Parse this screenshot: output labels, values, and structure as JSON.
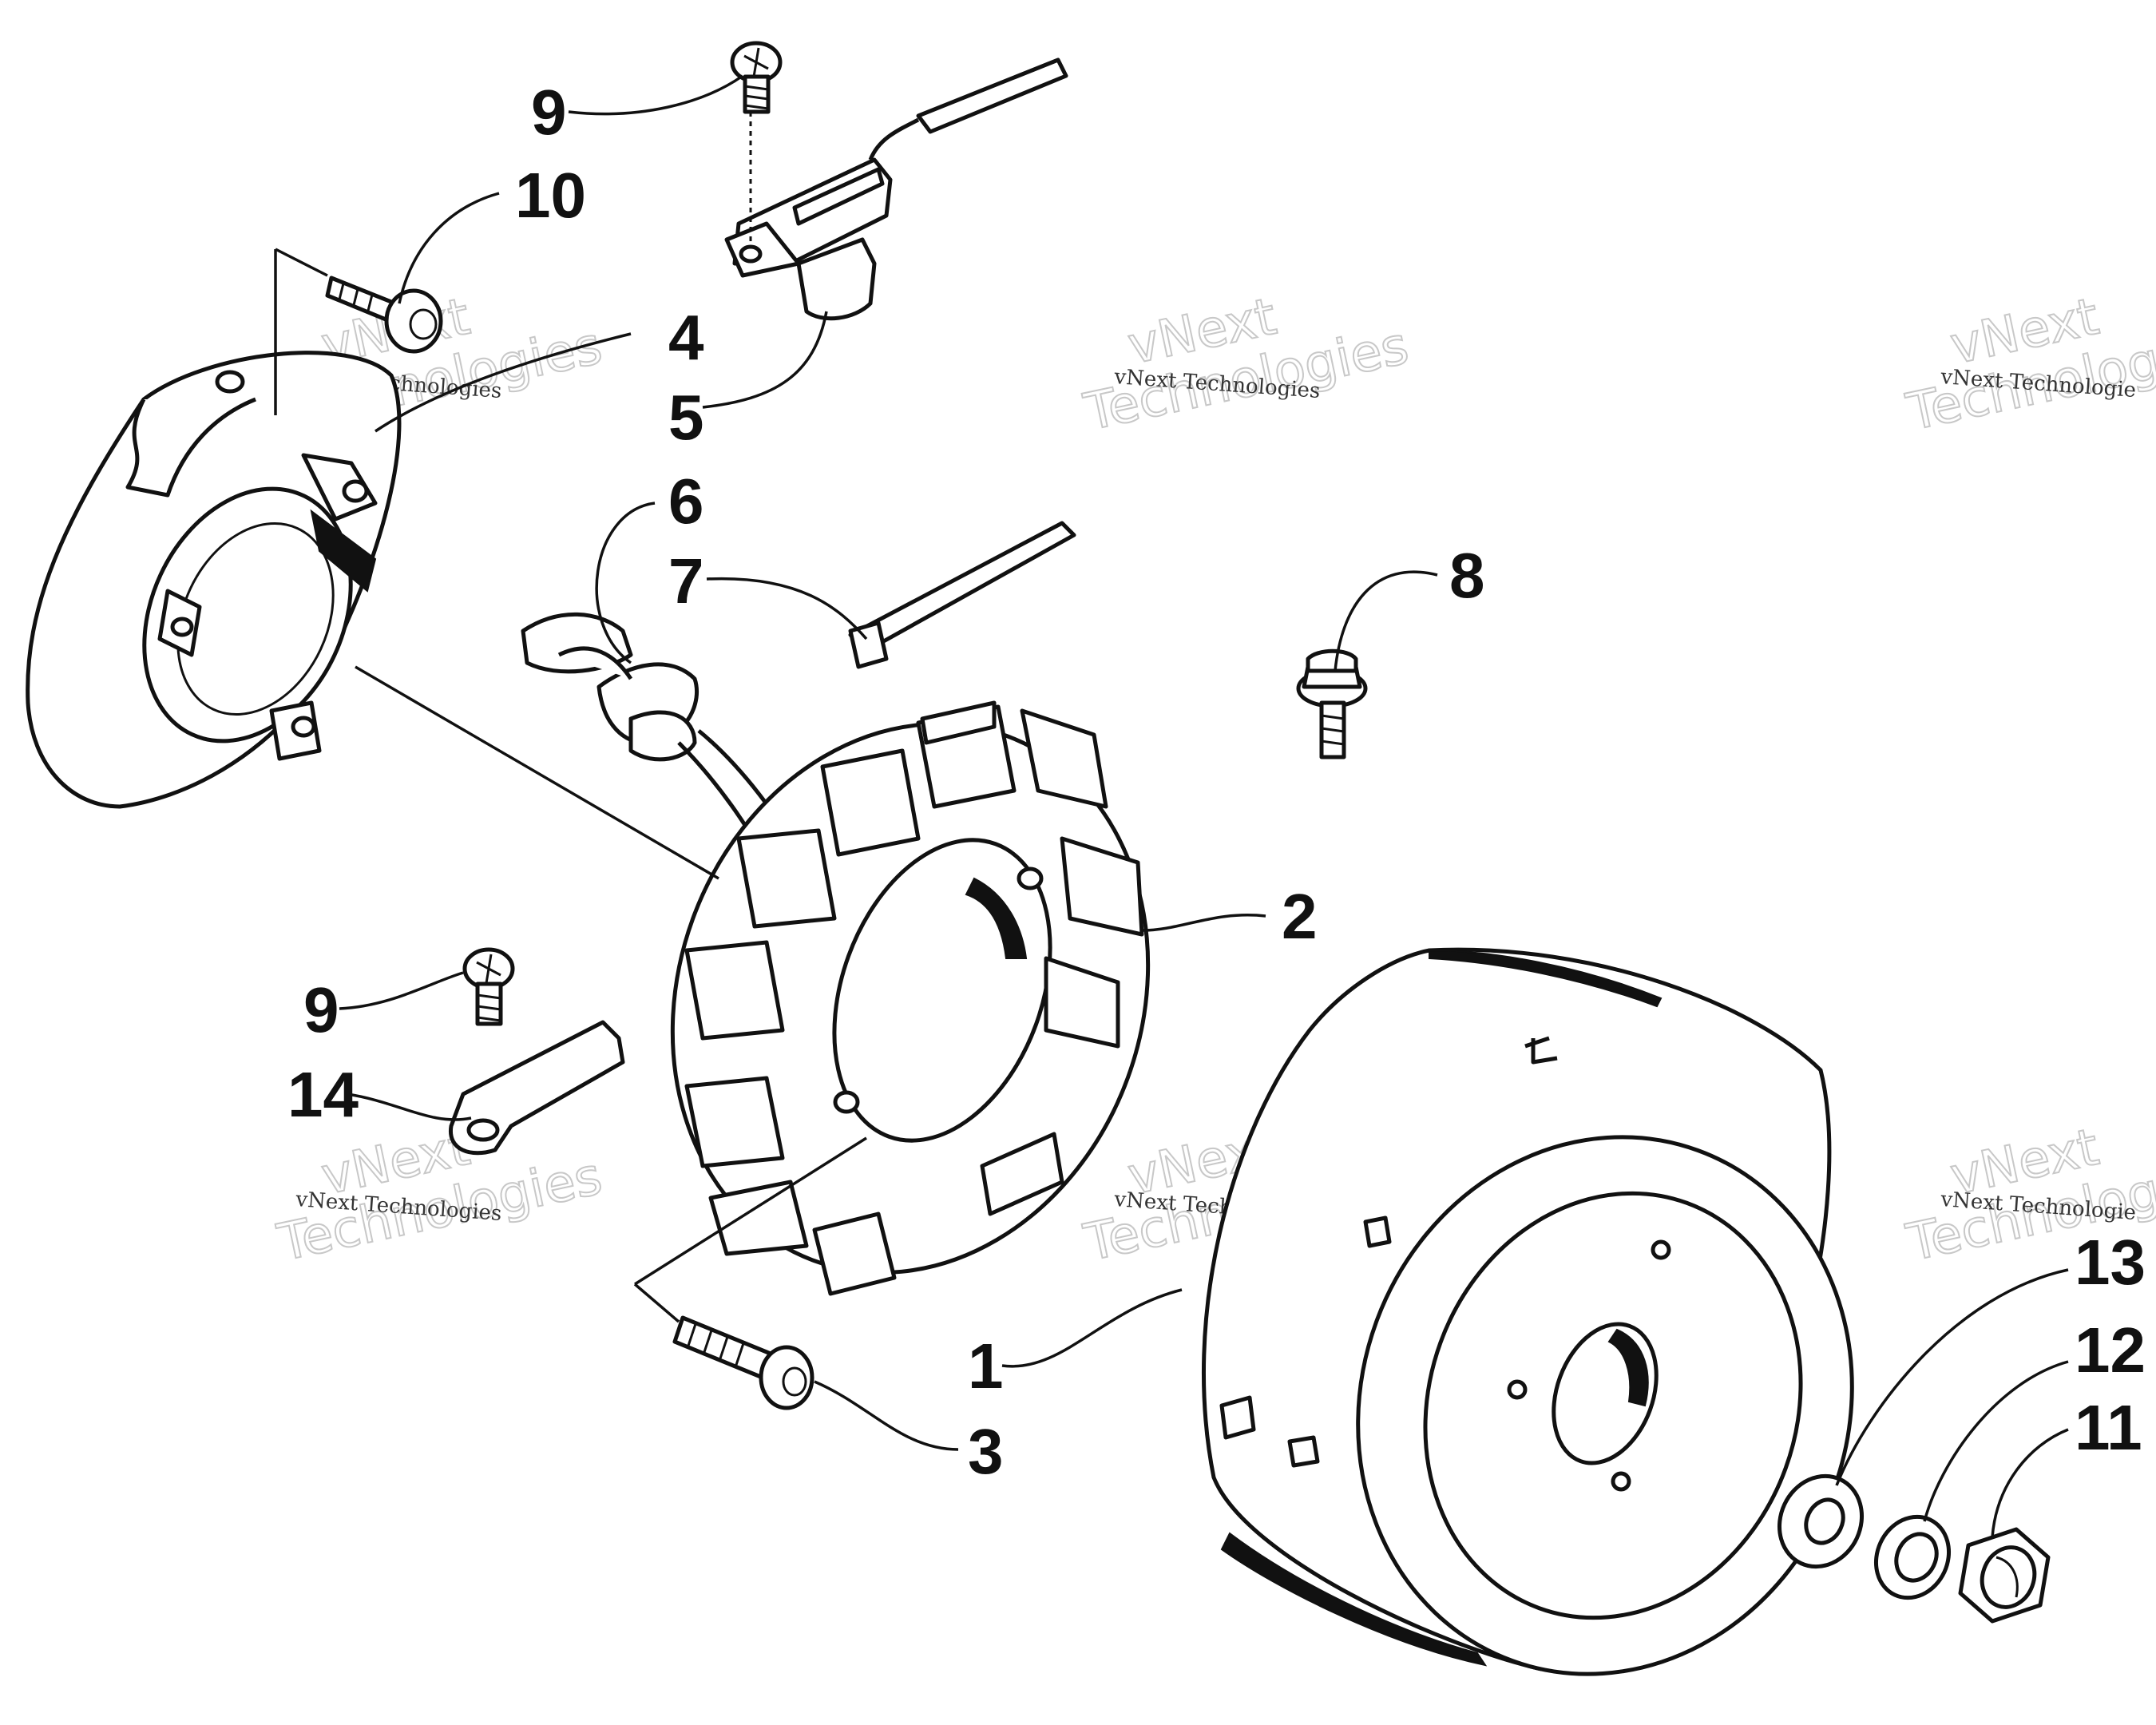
{
  "diagram": {
    "callouts": [
      "1",
      "2",
      "3",
      "4",
      "5",
      "6",
      "7",
      "8",
      "9",
      "9",
      "10",
      "11",
      "12",
      "13",
      "14"
    ],
    "watermarks": [
      {
        "line1": "vNext",
        "line2": "Technologies",
        "small": "vNext Technologies"
      },
      {
        "line1": "vNext",
        "line2": "Technologies",
        "small": "vNext Technologies"
      },
      {
        "line1": "vNext",
        "line2": "Technologie",
        "small": "vNext Technologie"
      },
      {
        "line1": "vNext",
        "line2": "Technologies",
        "small": "vNext Technologies"
      },
      {
        "line1": "vNext",
        "line2": "Technologies",
        "small": "vNext Technologies"
      },
      {
        "line1": "vNext",
        "line2": "Technologie",
        "small": "vNext Technologie"
      }
    ]
  }
}
